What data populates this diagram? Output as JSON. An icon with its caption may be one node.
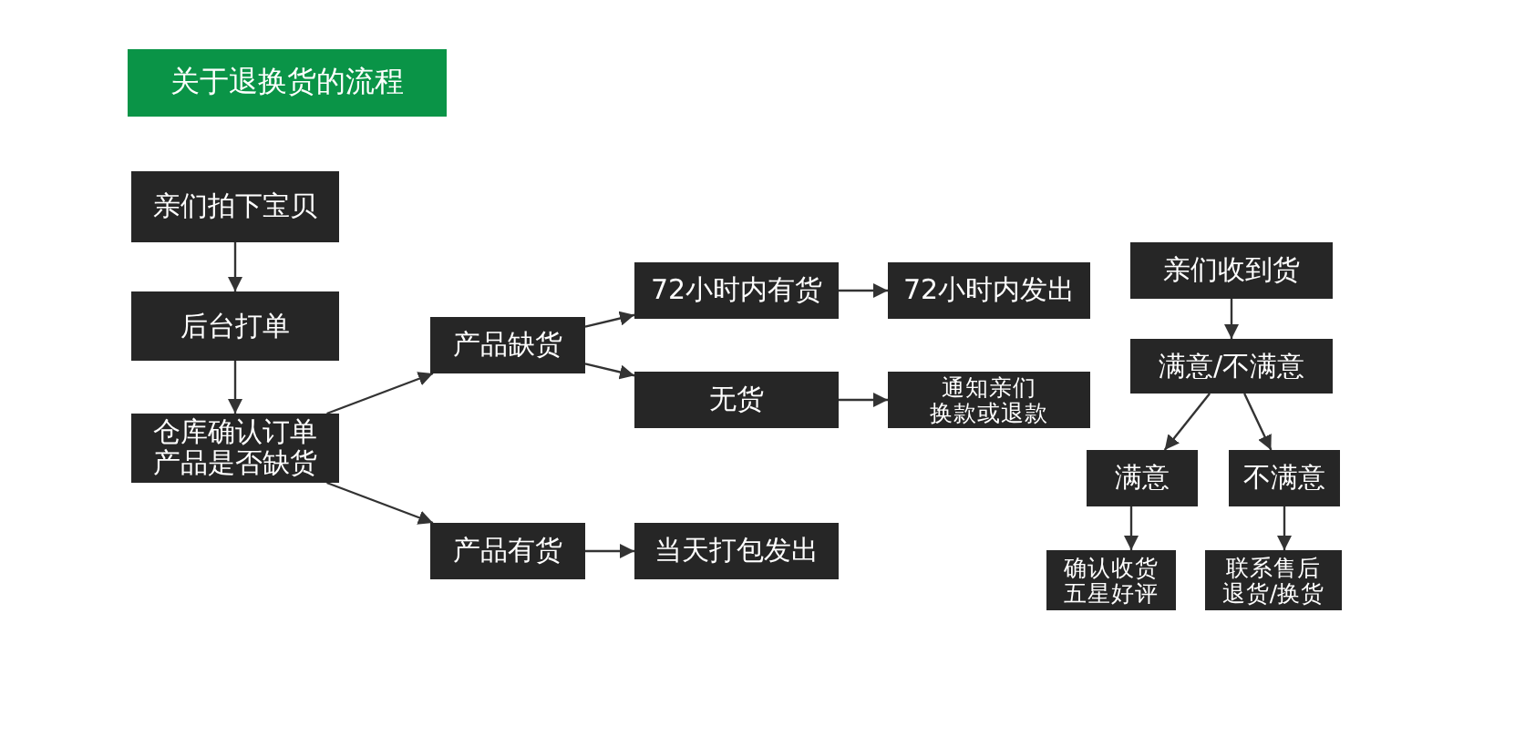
{
  "diagram": {
    "title": "关于退换货的流程",
    "nodes": [
      {
        "text": [
          "亲们拍下宝贝"
        ]
      },
      {
        "text": [
          "后台打单"
        ]
      },
      {
        "text": [
          "仓库确认订单产品是否缺货"
        ]
      },
      {
        "text": [
          "产品缺货"
        ]
      },
      {
        "text": [
          "72小时内有货"
        ]
      },
      {
        "text": [
          "无货"
        ]
      },
      {
        "text": [
          "产品有货"
        ]
      },
      {
        "text": [
          "当天打包发出"
        ]
      },
      {
        "text": [
          "72小时内发出"
        ]
      },
      {
        "text": [
          "通知亲们换款或退款"
        ]
      },
      {
        "text": [
          "亲们收到货"
        ]
      },
      {
        "text": [
          "满意/不满意"
        ]
      },
      {
        "text": [
          "满意"
        ]
      },
      {
        "text": [
          "不满意"
        ]
      },
      {
        "text": [
          "确认收货五星好评"
        ]
      },
      {
        "text": [
          "联系售后退货/换货"
        ]
      }
    ],
    "edges": [
      {
        "from": 0,
        "to": 1,
        "arrow": "to"
      },
      {
        "from": 1,
        "to": 2,
        "arrow": "to"
      },
      {
        "from": 2,
        "to": 3,
        "arrow": "to"
      },
      {
        "from": 2,
        "to": 6,
        "arrow": "to"
      },
      {
        "from": 3,
        "to": 4,
        "arrow": "to"
      },
      {
        "from": 3,
        "to": 5,
        "arrow": "to"
      },
      {
        "from": 4,
        "to": 8,
        "arrow": "to"
      },
      {
        "from": 5,
        "to": 9,
        "arrow": "to"
      },
      {
        "from": 6,
        "to": 7,
        "arrow": "to"
      },
      {
        "from": 10,
        "to": 11,
        "arrow": "to"
      },
      {
        "from": 11,
        "to": 12,
        "arrow": "to"
      },
      {
        "from": 11,
        "to": 13,
        "arrow": "to"
      },
      {
        "from": 12,
        "to": 14,
        "arrow": "to"
      },
      {
        "from": 13,
        "to": 15,
        "arrow": "to"
      }
    ]
  }
}
